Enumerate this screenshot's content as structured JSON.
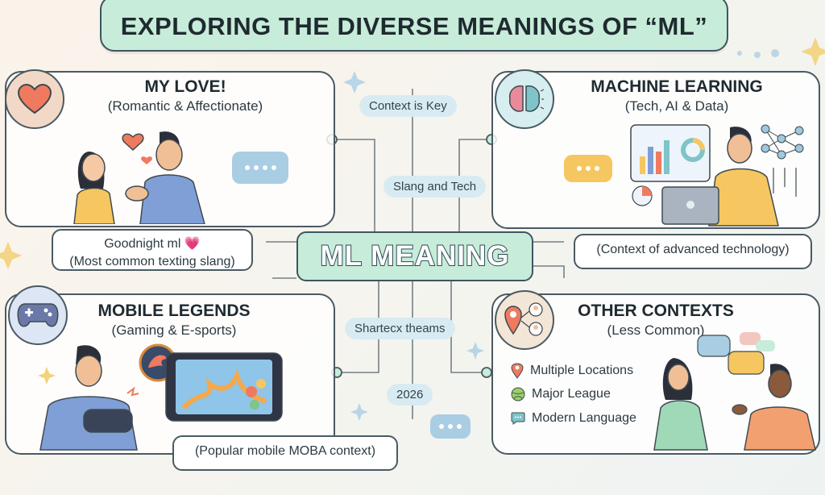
{
  "title": "EXPLORING THE DIVERSE MEANINGS OF “ML”",
  "center_label": "ML MEANING",
  "connector_labels": [
    "Context is Key",
    "Slang and Tech",
    "Shartecx theams",
    "2026"
  ],
  "panels": {
    "love": {
      "title": "MY LOVE!",
      "subtitle": "(Romantic & Affectionate)",
      "note_line1": "Goodnight ml 💗",
      "note_line2": "(Most common texting slang)",
      "icon": "heart-icon"
    },
    "machine_learning": {
      "title": "MACHINE LEARNING",
      "subtitle": "(Tech, AI & Data)",
      "note": "(Context of advanced technology)",
      "icon": "brain-circuit-icon"
    },
    "mobile_legends": {
      "title": "MOBILE LEGENDS",
      "subtitle": "(Gaming & E-sports)",
      "note": "(Popular mobile MOBA context)",
      "icon": "gamepad-icon"
    },
    "other": {
      "title": "OTHER CONTEXTS",
      "subtitle": "(Less Common)",
      "items": [
        "Multiple Locations",
        "Major League",
        "Modern Language"
      ],
      "icon": "location-people-icon"
    }
  },
  "colors": {
    "mint": "#c7ecd9",
    "outline": "#4a5a62",
    "pill": "#d9ebf2",
    "heart": "#ef7a5f",
    "yellow": "#f6c660",
    "blue": "#7f9fd6"
  }
}
